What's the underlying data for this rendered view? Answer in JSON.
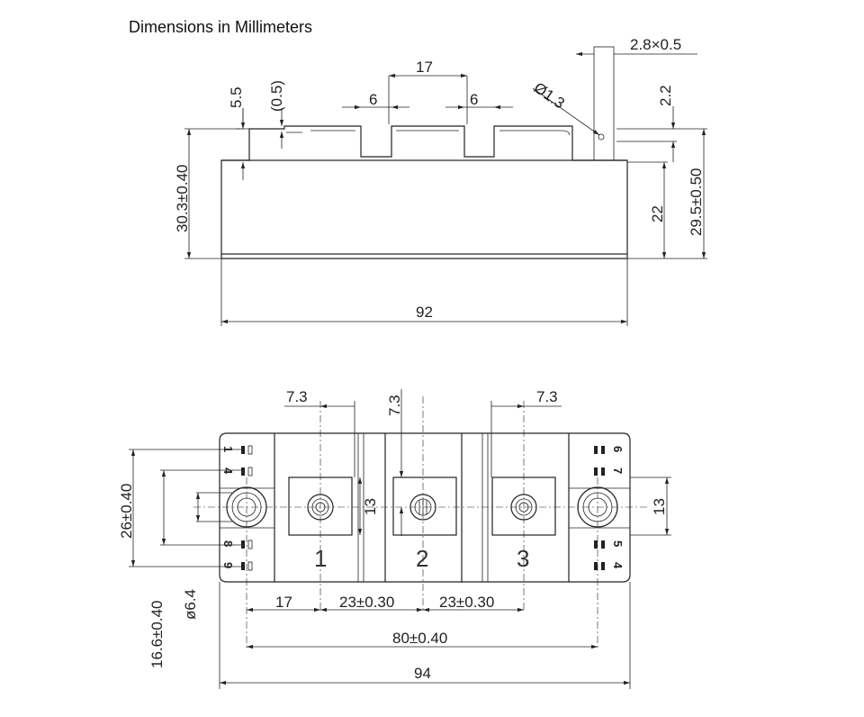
{
  "title": "Dimensions in Millimeters",
  "side_view": {
    "dims": {
      "term_w": "2.8×0.5",
      "pitch": "17",
      "bus_left": "6",
      "bus_right": "6",
      "hole": "Ø1.3",
      "h55": "5.5",
      "h05": "(0.5)",
      "h22a": "2.2",
      "h303": "30.3±0.40",
      "h22": "22",
      "h295": "29.5±0.50",
      "w92": "92"
    }
  },
  "top_view": {
    "dims": {
      "a73": "7.3",
      "b73": "7.3",
      "c73": "7.3",
      "h13a": "13",
      "h13b": "13",
      "h26": "26±0.40",
      "d64": "ø6.4",
      "h166": "16.6±0.40",
      "x17": "17",
      "x23a": "23±0.30",
      "x23b": "23±0.30",
      "x80": "80±0.40",
      "x94": "94"
    },
    "terminal_numbers": [
      "1",
      "2",
      "3"
    ],
    "pins_left": [
      "1",
      "4",
      "8",
      "9"
    ],
    "pins_right": [
      "6",
      "7",
      "5",
      "4"
    ]
  }
}
